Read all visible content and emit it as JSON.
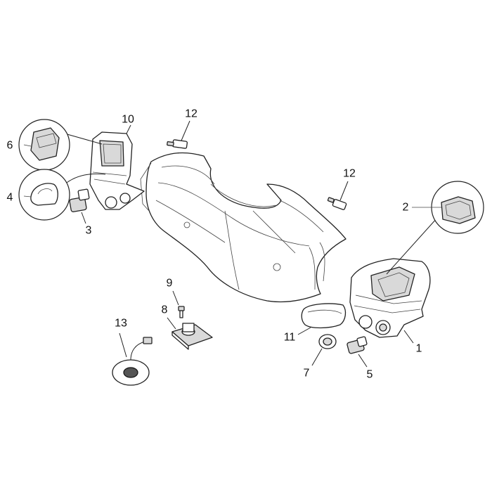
{
  "callouts": {
    "c1": "1",
    "c2": "2",
    "c3": "3",
    "c4": "4",
    "c5": "5",
    "c6": "6",
    "c7": "7",
    "c8": "8",
    "c9": "9",
    "c10": "10",
    "c11": "11",
    "c12a": "12",
    "c12b": "12",
    "c13": "13"
  }
}
